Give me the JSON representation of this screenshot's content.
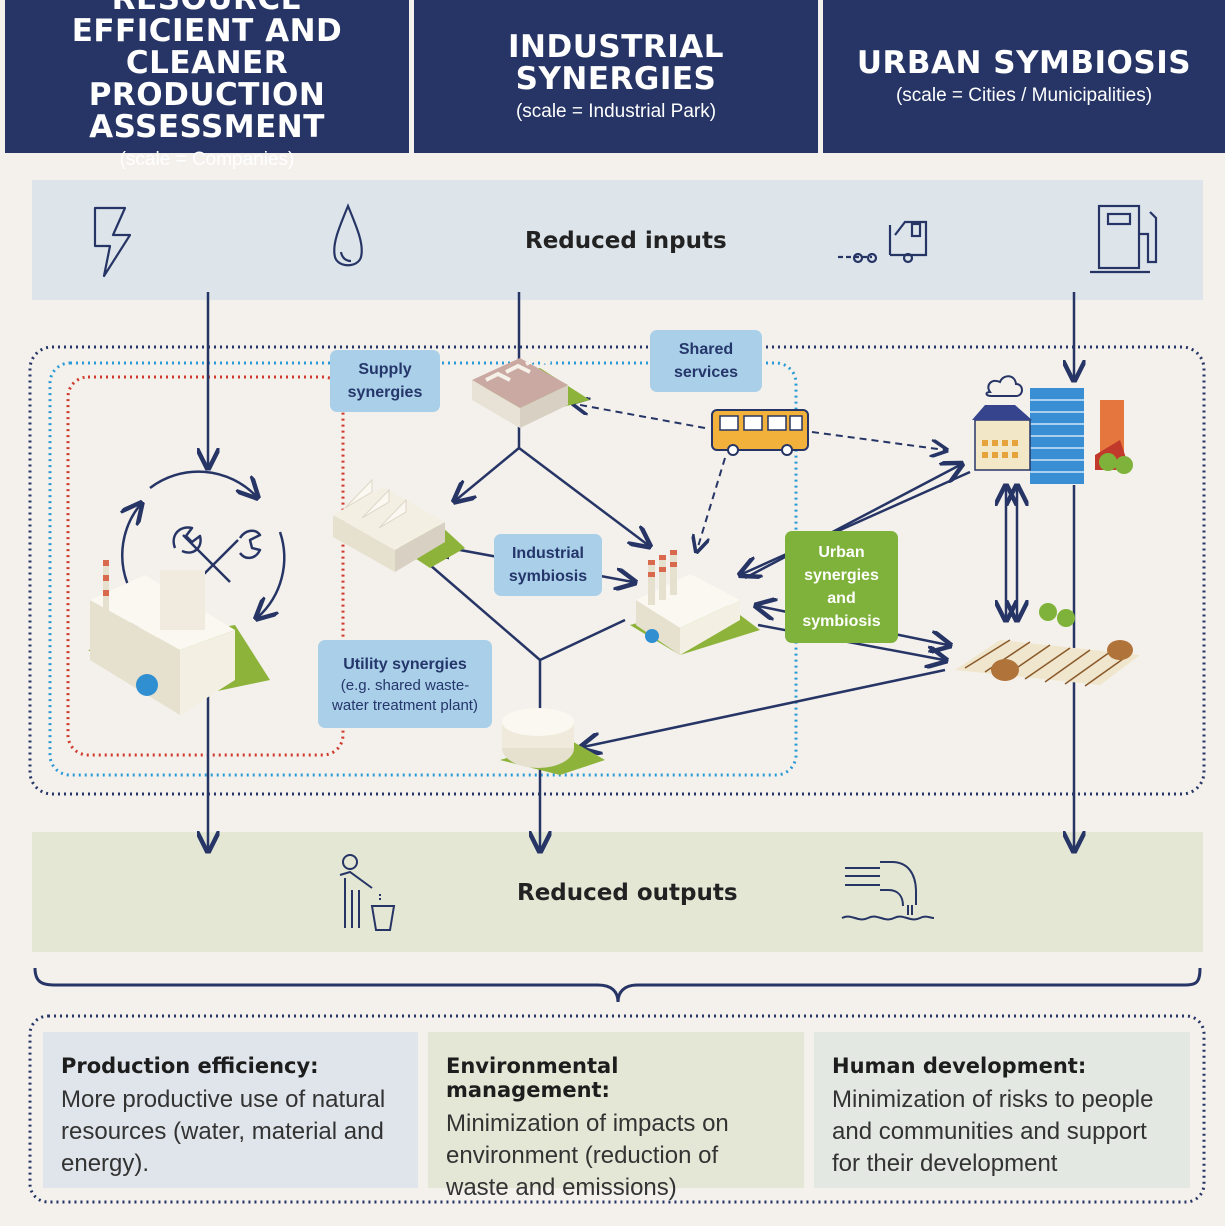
{
  "header": {
    "col1": {
      "title": "RESOURCE EFFICIENT AND CLEANER PRODUCTION ASSESSMENT",
      "scale": "(scale = Companies)"
    },
    "col2": {
      "title": "INDUSTRIAL SYNERGIES",
      "scale": "(scale = Industrial Park)"
    },
    "col3": {
      "title": "URBAN SYMBIOSIS",
      "scale": "(scale = Cities / Municipalities)"
    }
  },
  "inputs_band": {
    "label": "Reduced inputs",
    "icons": [
      "lightning-icon",
      "water-drop-icon",
      "truck-icon",
      "fuel-pump-icon"
    ]
  },
  "outputs_band": {
    "label": "Reduced outputs",
    "icons": [
      "person-waste-bin-icon",
      "effluent-pipe-icon"
    ]
  },
  "bubbles": {
    "supply": "Supply synergies",
    "shared": "Shared services",
    "industrial": "Industrial symbiosis",
    "utility_title": "Utility synergies",
    "utility_sub": "(e.g. shared waste-water treatment plant)",
    "urban": "Urban synergies and symbiosis"
  },
  "outcomes": [
    {
      "title": "Production efficiency:",
      "body": "More productive use of natural resources (water, material and energy).",
      "color": "#dfe5ea"
    },
    {
      "title": "Environmental management:",
      "body": "Minimization of impacts on environment (reduction of waste and emissions)",
      "color": "#e4e7d6"
    },
    {
      "title": "Human development:",
      "body": "Minimization of risks to people and communities and support for their development",
      "color": "#e3e8e2"
    }
  ],
  "colors": {
    "navy": "#263565",
    "inputs_bg": "#dde5eb",
    "outputs_bg": "#e3e7d4",
    "bubble": "#a9cfe9",
    "urban_bubble": "#7fb23a",
    "red_boundary": "#d0392b",
    "blue_boundary": "#2b9bd6"
  }
}
